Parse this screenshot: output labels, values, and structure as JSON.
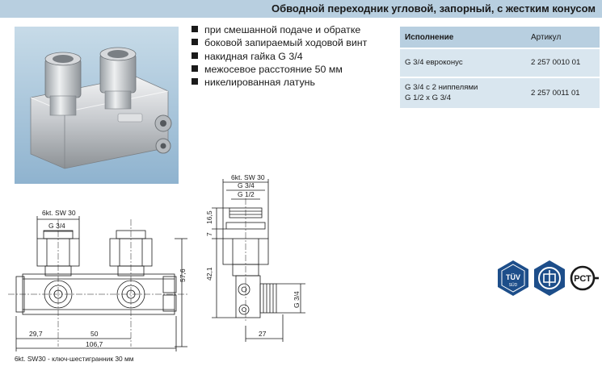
{
  "header": {
    "title": "Обводной переходник угловой, запорный, с жестким конусом"
  },
  "features": [
    "при смешанной подаче и обратке",
    "боковой запираемый ходовой винт",
    "накидная гайка G 3/4",
    "межосевое расстояние 50 мм",
    "никелированная латунь"
  ],
  "spec_table": {
    "headers": [
      "Исполнение",
      "Артикул"
    ],
    "rows": [
      {
        "variant": [
          "G 3/4 евроконус"
        ],
        "article": "2 257 0010 01"
      },
      {
        "variant": [
          "G 3/4 с 2 ниппелями",
          "G 1/2 x G 3/4"
        ],
        "article": "2 257 0011 01"
      }
    ]
  },
  "drawing_front": {
    "labels": {
      "wrench": "6kt. SW 30",
      "thread": "G 3/4",
      "height": "57,6",
      "offset": "29,7",
      "spacing": "50",
      "length": "106,7"
    }
  },
  "drawing_side": {
    "labels": {
      "wrench": "6kt. SW 30",
      "thread_outer": "G 3/4",
      "thread_inner": "G 1/2",
      "nipple": "16,5",
      "gap": "7",
      "height": "42,1",
      "side_thread": "G 3/4",
      "depth": "27"
    }
  },
  "footnote": "6kt. SW30 - ключ-шестигранник 30 мм",
  "certifications": {
    "tuv_text": "TÜV",
    "tuv_sub": "SÜD",
    "gost_text": "РСТ"
  },
  "colors": {
    "title_bar": "#b8cfe0",
    "table_header": "#b8cfe0",
    "table_row": "#d9e6ef",
    "badge_blue": "#1d4e8a"
  }
}
